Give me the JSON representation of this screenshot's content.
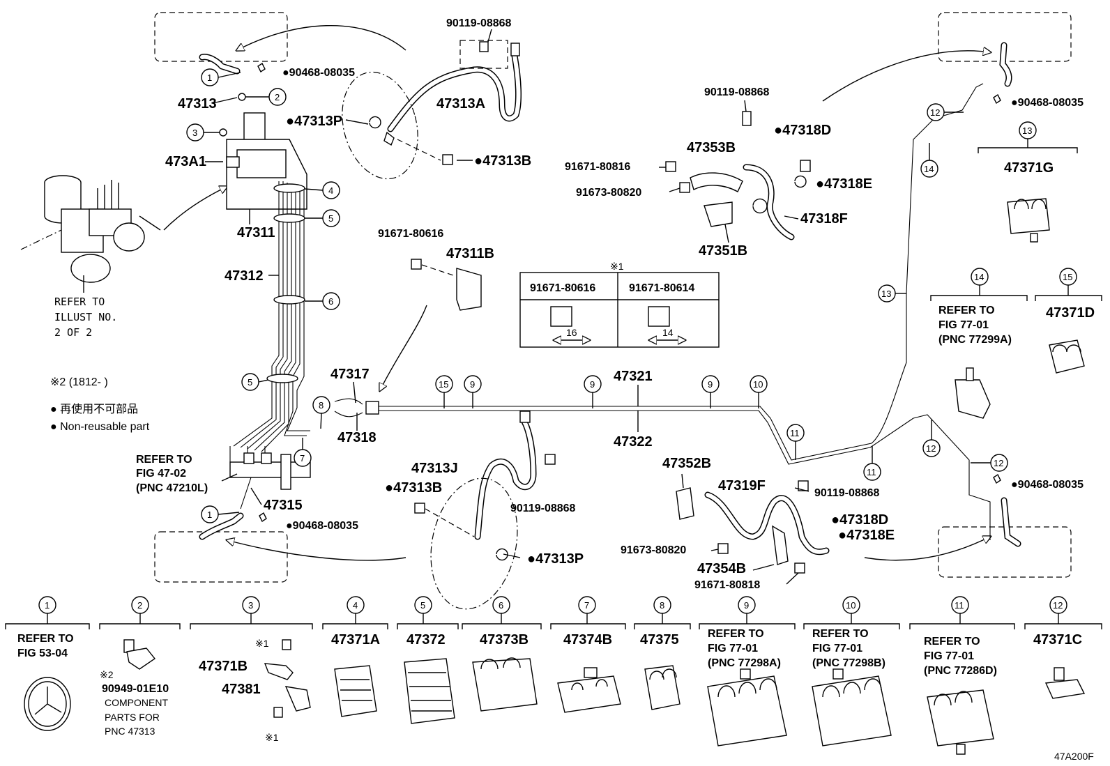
{
  "parts": {
    "p90119_08868_top": "90119-08868",
    "p90468_08035_tl": "●90468-08035",
    "p47313": "47313",
    "p47313A": "47313A",
    "p47313P_top": "●47313P",
    "p47313B_top": "●47313B",
    "p473A1": "473A1",
    "p47311": "47311",
    "p47312": "47312",
    "p91671_80616_a": "91671-80616",
    "p47311B": "47311B",
    "p47317": "47317",
    "p47318": "47318",
    "p47321": "47321",
    "p47322": "47322",
    "p47315": "47315",
    "p90468_08035_bl": "●90468-08035",
    "p47313J": "47313J",
    "p47313B_bot": "●47313B",
    "p90119_08868_mid": "90119-08868",
    "p47313P_bot": "●47313P",
    "p90119_08868_r": "90119-08868",
    "p47318D_top": "●47318D",
    "p47353B": "47353B",
    "p91671_80816": "91671-80816",
    "p91673_80820_top": "91673-80820",
    "p47318E_top": "●47318E",
    "p47318F": "47318F",
    "p47351B": "47351B",
    "p90468_08035_tr": "●90468-08035",
    "p47371G": "47371G",
    "p47352B": "47352B",
    "p47319F": "47319F",
    "p90119_08868_br": "90119-08868",
    "p47318D_bot": "●47318D",
    "p47318E_bot": "●47318E",
    "p91673_80820_bot": "91673-80820",
    "p47354B": "47354B",
    "p91671_80818": "91671-80818",
    "p90468_08035_br": "●90468-08035",
    "p47371D": "47371D"
  },
  "refs": {
    "illust": [
      "REFER TO",
      "ILLUST NO.",
      "2 OF 2"
    ],
    "fig4702": [
      "REFER TO",
      "FIG 47-02",
      "(PNC 47210L)"
    ],
    "fig7701_14": [
      "REFER TO",
      "FIG 77-01",
      "(PNC 77299A)"
    ]
  },
  "legend": {
    "note2": "※2 (1812-     )",
    "nonreuse_jp": "● 再使用不可部品",
    "nonreuse_en": "● Non-reusable part"
  },
  "table": {
    "mark": "※1",
    "col1": "91671-80616",
    "col2": "91671-80614",
    "dim1": "16",
    "dim2": "14"
  },
  "callouts": [
    "1",
    "2",
    "3",
    "4",
    "5",
    "6",
    "7",
    "8",
    "9",
    "10",
    "11",
    "12",
    "13",
    "14",
    "15"
  ],
  "bottom_panels": [
    {
      "num": "1",
      "lines": [
        "REFER TO",
        "FIG 53-04"
      ]
    },
    {
      "num": "2",
      "lines": [
        "※2",
        "90949-01E10",
        "COMPONENT",
        "PARTS FOR",
        "PNC 47313"
      ]
    },
    {
      "num": "3",
      "lines": [
        "※1",
        "47371B",
        "47381",
        "※1"
      ]
    },
    {
      "num": "4",
      "lines": [
        "47371A"
      ]
    },
    {
      "num": "5",
      "lines": [
        "47372"
      ]
    },
    {
      "num": "6",
      "lines": [
        "47373B"
      ]
    },
    {
      "num": "7",
      "lines": [
        "47374B"
      ]
    },
    {
      "num": "8",
      "lines": [
        "47375"
      ]
    },
    {
      "num": "9",
      "lines": [
        "REFER TO",
        "FIG 77-01",
        "(PNC 77298A)"
      ]
    },
    {
      "num": "10",
      "lines": [
        "REFER TO",
        "FIG 77-01",
        "(PNC 77298B)"
      ]
    },
    {
      "num": "11",
      "lines": [
        "REFER TO",
        "FIG 77-01",
        "(PNC 77286D)"
      ]
    },
    {
      "num": "12",
      "lines": [
        "47371C"
      ]
    }
  ],
  "top_panels": [
    {
      "num": "13",
      "label": "47371G"
    },
    {
      "num": "14",
      "label": ""
    },
    {
      "num": "15",
      "label": "47371D"
    }
  ],
  "figure_code": "47A200F"
}
